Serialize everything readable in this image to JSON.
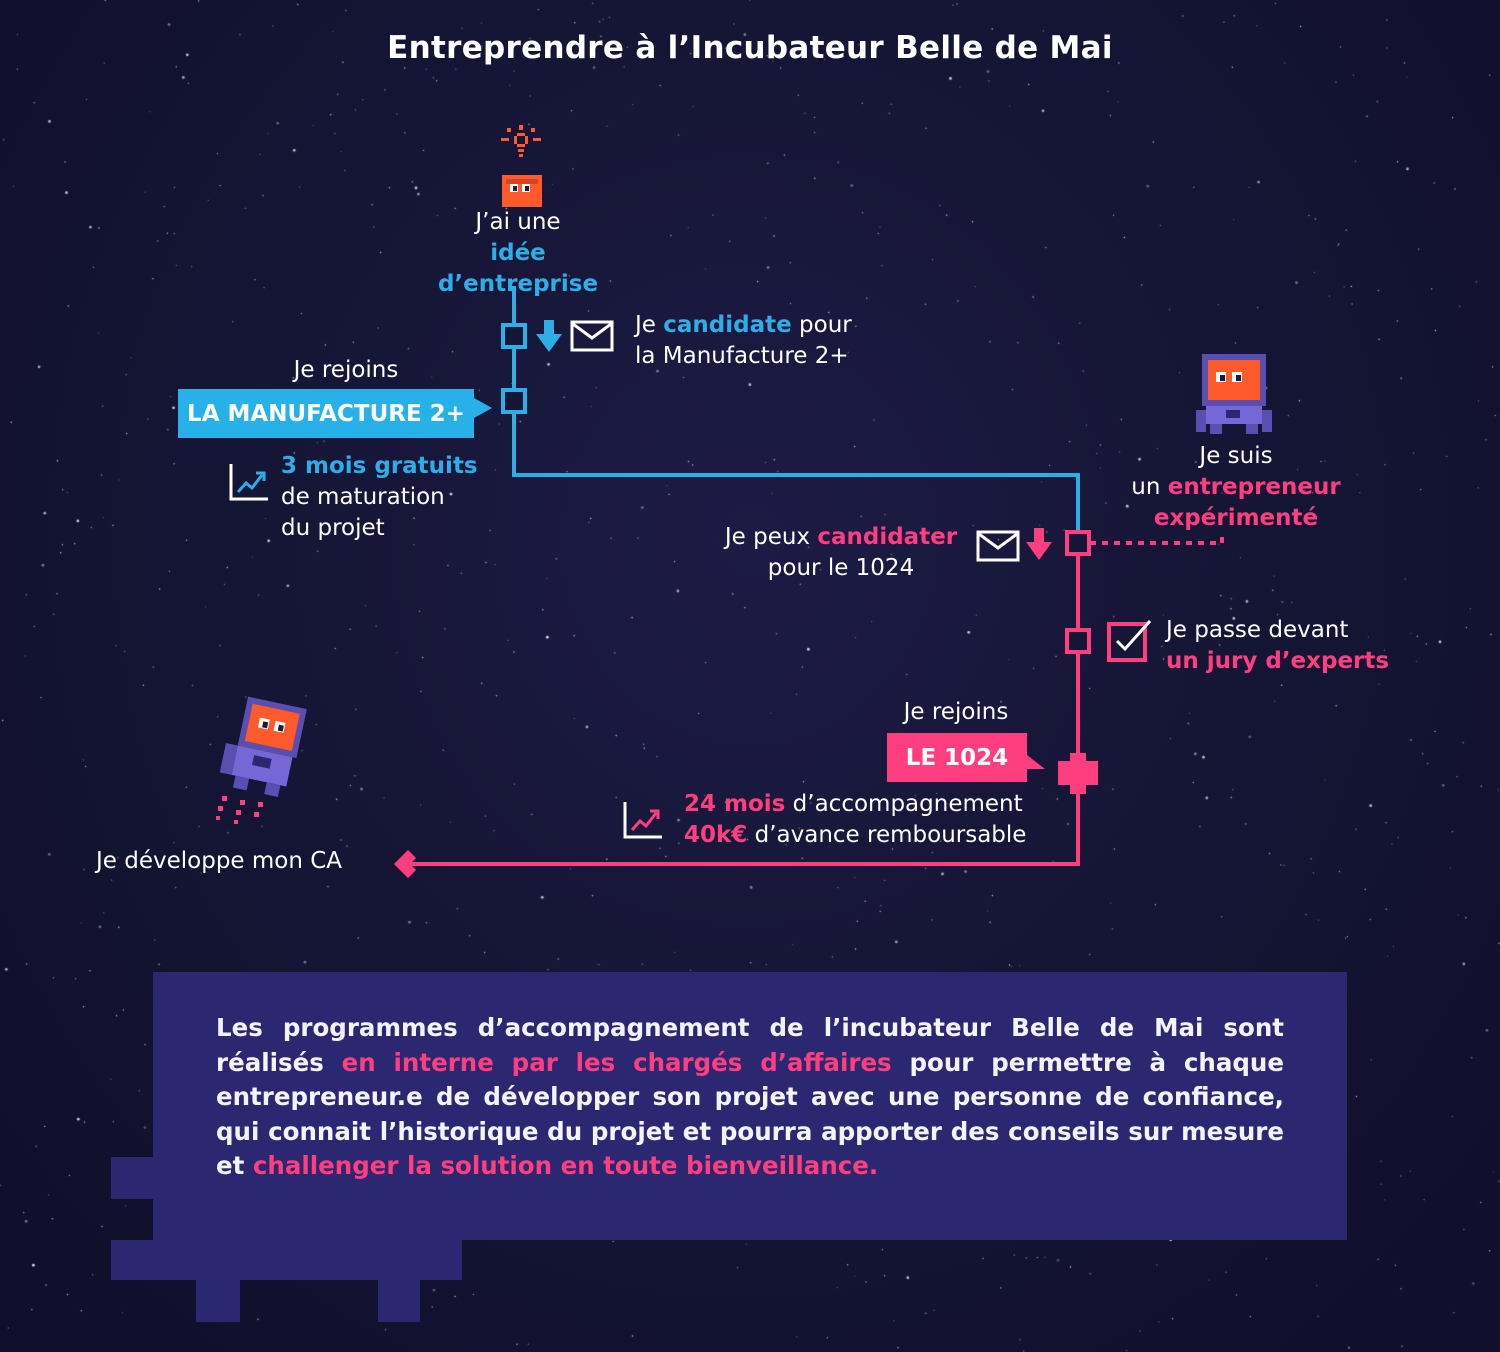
{
  "title": "Entreprendre à l’Incubateur Belle de Mai",
  "colors": {
    "background": "#151536",
    "blue": "#2eaee6",
    "pink": "#ff3e7f",
    "panel": "#2c2771",
    "orange": "#ff5a2c"
  },
  "start": {
    "line1": "J’ai une",
    "line2": "idée d’entreprise",
    "icons": [
      "lightbulb-icon",
      "pixel-character-icon"
    ]
  },
  "step_apply_manufacture": {
    "prefix": "Je ",
    "highlight": "candidate",
    "suffix": " pour",
    "line2": "la Manufacture 2+",
    "icons": [
      "arrow-down-icon",
      "envelope-icon"
    ]
  },
  "join_manufacture": {
    "label": "Je rejoins",
    "tag": "LA MANUFACTURE 2+"
  },
  "manufacture_benefit": {
    "highlight": "3 mois gratuits",
    "line2": "de maturation",
    "line3": "du projet",
    "icon": "growth-chart-icon"
  },
  "experienced": {
    "line1": "Je suis",
    "prefix": "un ",
    "highlight1": "entrepreneur",
    "highlight2": "expérimenté",
    "icon": "astronaut-icon"
  },
  "step_apply_1024": {
    "prefix": "Je peux ",
    "highlight": "candidater",
    "line2": "pour le 1024",
    "icons": [
      "envelope-icon",
      "arrow-down-icon"
    ]
  },
  "jury": {
    "line1": "Je passe devant",
    "highlight": "un jury d’experts",
    "icon": "checkbox-icon"
  },
  "join_1024": {
    "label": "Je rejoins",
    "tag": "LE 1024"
  },
  "benefit_1024": {
    "h1": "24 mois",
    "t1": " d’accompagnement",
    "h2": "40k€",
    "t2": " d’avance remboursable",
    "icon": "growth-chart-icon"
  },
  "end": {
    "label": "Je développe mon CA",
    "icon": "jetpack-astronaut-icon"
  },
  "description": {
    "s1": "Les programmes d’accompagnement de l’incubateur Belle de Mai sont réalisés ",
    "h1": "en interne par les chargés d’affaires",
    "s2": " pour permettre à chaque entrepreneur.e de développer son projet avec une personne de confiance, qui connait l’historique du projet et pourra apporter des conseils sur mesure et ",
    "h2": "challenger la solution en toute bienveillance."
  }
}
